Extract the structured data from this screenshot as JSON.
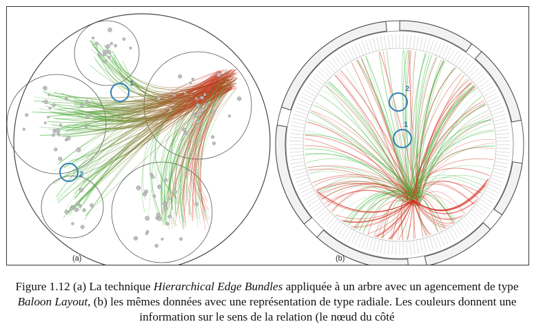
{
  "figure": {
    "panel_a_label": "(a)",
    "panel_b_label": "(b)",
    "marker_a_1": "1",
    "marker_a_2": "2",
    "marker_b_1": "1",
    "marker_b_2": "2"
  },
  "caption": {
    "part1": "Figure 1.12 (a) La technique ",
    "italic1": "Hierarchical Edge Bundles",
    "part2": " appliquée à un arbre avec un agencement de type ",
    "italic2": "Baloon Layout",
    "part3": ", (b) les mêmes données avec une représentation de type radiale. Les couleurs donnent une information sur le sens de la relation (le nœud du côté"
  },
  "colors": {
    "edge_start": "#3cb83c",
    "edge_end": "#d62b1e",
    "marker": "#2f7fb5",
    "node": "#bfbfbf"
  }
}
